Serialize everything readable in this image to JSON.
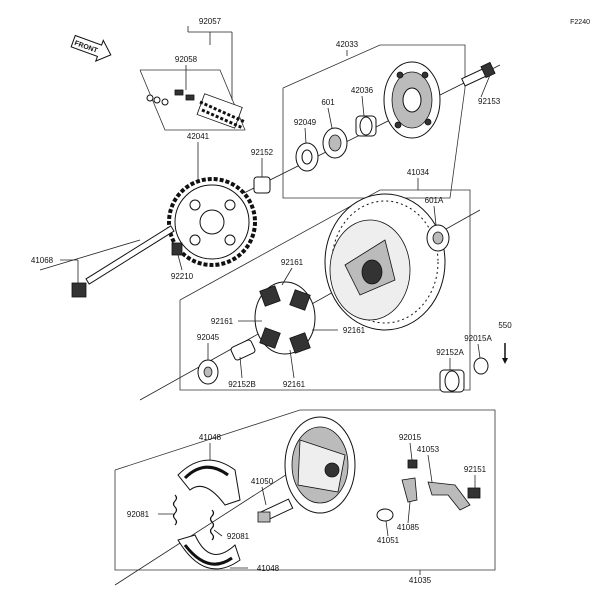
{
  "figure_code": "F2240",
  "front_label": "FRONT",
  "parts": [
    {
      "id": "p92057",
      "label": "92057"
    },
    {
      "id": "p92058",
      "label": "92058"
    },
    {
      "id": "p42033",
      "label": "42033"
    },
    {
      "id": "p92153",
      "label": "92153"
    },
    {
      "id": "p601",
      "label": "601"
    },
    {
      "id": "p42036",
      "label": "42036"
    },
    {
      "id": "p92049",
      "label": "92049"
    },
    {
      "id": "p42041",
      "label": "42041"
    },
    {
      "id": "p92152",
      "label": "92152"
    },
    {
      "id": "p41034",
      "label": "41034"
    },
    {
      "id": "p601A",
      "label": "601A"
    },
    {
      "id": "p41068",
      "label": "41068"
    },
    {
      "id": "p92210",
      "label": "92210"
    },
    {
      "id": "p92161a",
      "label": "92161"
    },
    {
      "id": "p92161b",
      "label": "92161"
    },
    {
      "id": "p92161c",
      "label": "92161"
    },
    {
      "id": "p92161d",
      "label": "92161"
    },
    {
      "id": "p550",
      "label": "550"
    },
    {
      "id": "p92045",
      "label": "92045"
    },
    {
      "id": "p92015A",
      "label": "92015A"
    },
    {
      "id": "p92152A",
      "label": "92152A"
    },
    {
      "id": "p92152B",
      "label": "92152B"
    },
    {
      "id": "p41048a",
      "label": "41048"
    },
    {
      "id": "p92015",
      "label": "92015"
    },
    {
      "id": "p41053",
      "label": "41053"
    },
    {
      "id": "p92151",
      "label": "92151"
    },
    {
      "id": "p41050",
      "label": "41050"
    },
    {
      "id": "p92081a",
      "label": "92081"
    },
    {
      "id": "p92081b",
      "label": "92081"
    },
    {
      "id": "p41085",
      "label": "41085"
    },
    {
      "id": "p41051",
      "label": "41051"
    },
    {
      "id": "p41048b",
      "label": "41048"
    },
    {
      "id": "p41035",
      "label": "41035"
    }
  ]
}
